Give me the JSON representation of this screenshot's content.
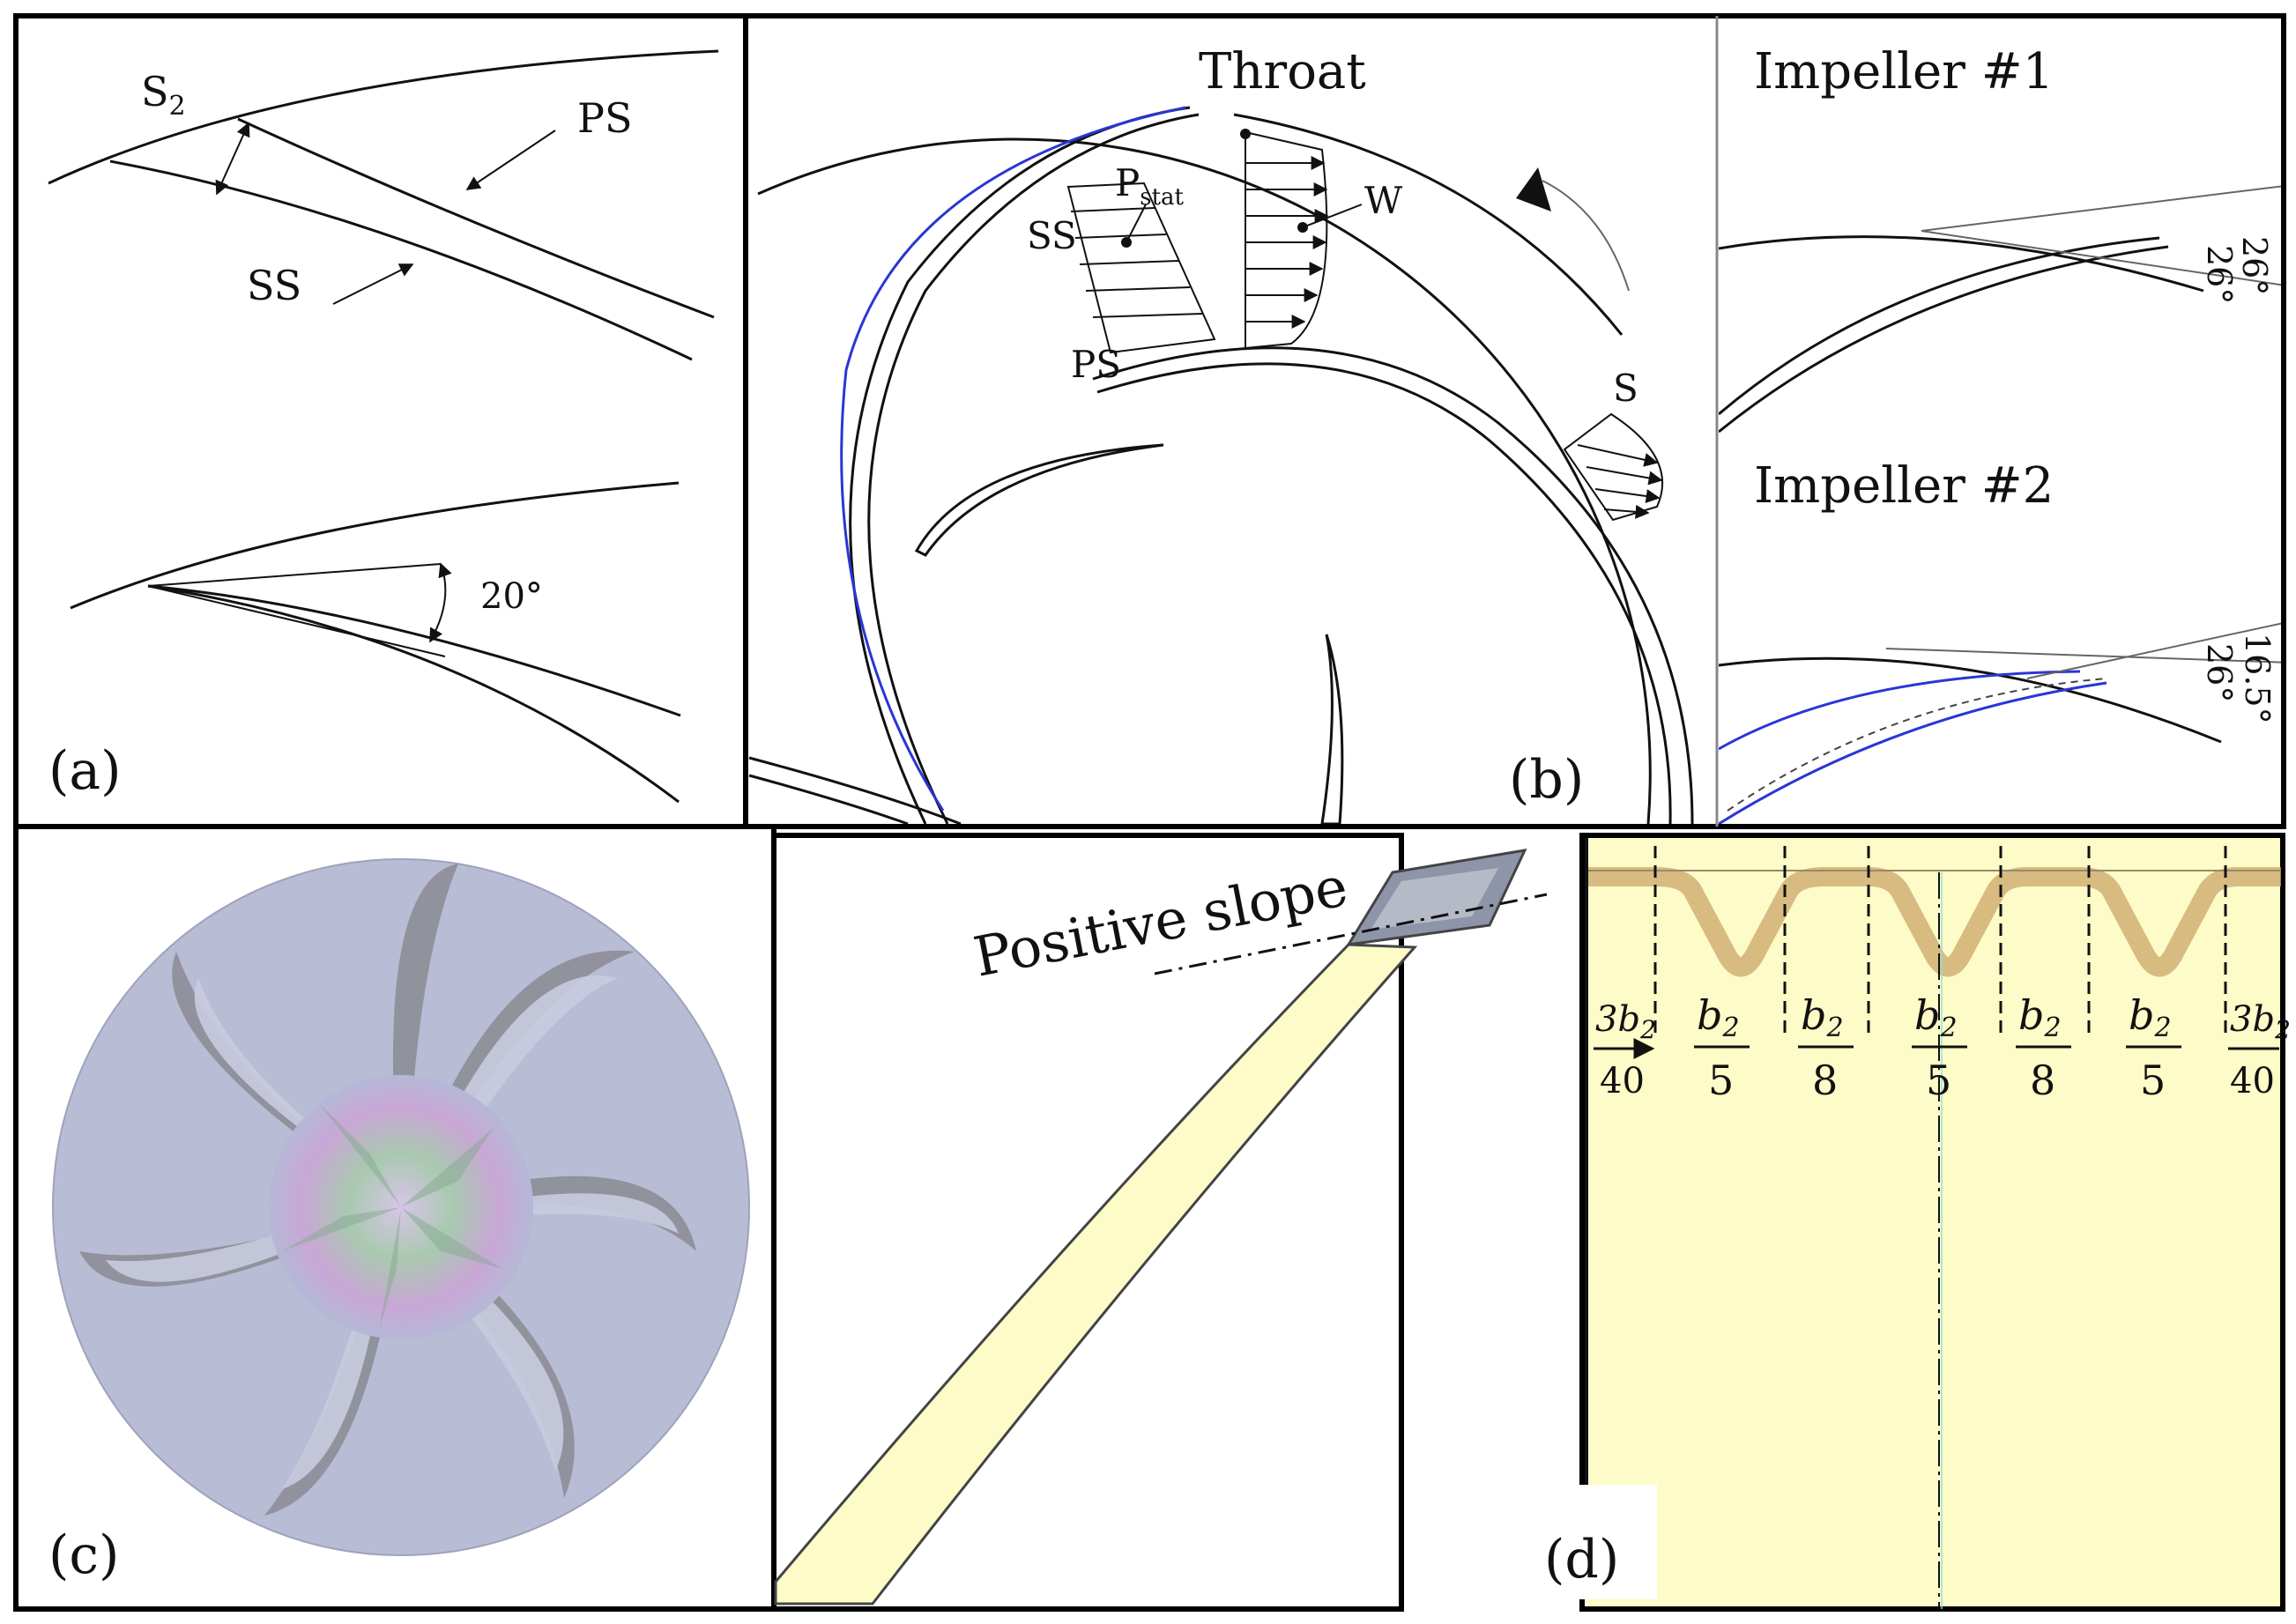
{
  "panel_a": {
    "label": "(a)",
    "s2": "S",
    "s2_sub": "2",
    "ps": "PS",
    "ss": "SS",
    "angle": "20°"
  },
  "panel_b": {
    "label": "(b)",
    "throat": "Throat",
    "pstat": "P",
    "pstat_sub": "stat",
    "w": "W",
    "ss": "SS",
    "ps": "PS",
    "s": "S",
    "impeller1": "Impeller #1",
    "impeller2": "Impeller #2",
    "angle1a": "26°",
    "angle1b": "26°",
    "angle2a": "16.5°",
    "angle2b": "26°"
  },
  "panel_c": {
    "label": "(c)"
  },
  "panel_d": {
    "label": "(d)",
    "positive_slope": "Positive slope",
    "dims": [
      {
        "num": "3b",
        "sub": "2",
        "den": "40"
      },
      {
        "num": "b",
        "sub": "2",
        "den": "5"
      },
      {
        "num": "b",
        "sub": "2",
        "den": "8"
      },
      {
        "num": "b",
        "sub": "2",
        "den": "5"
      },
      {
        "num": "b",
        "sub": "2",
        "den": "8"
      },
      {
        "num": "b",
        "sub": "2",
        "den": "5"
      },
      {
        "num": "3b",
        "sub": "2",
        "den": "40"
      }
    ]
  },
  "colors": {
    "blue_blade": "#2a35d6",
    "yellow_fill": "#fdfbc8",
    "impeller_grey": "#b8bcd4"
  }
}
